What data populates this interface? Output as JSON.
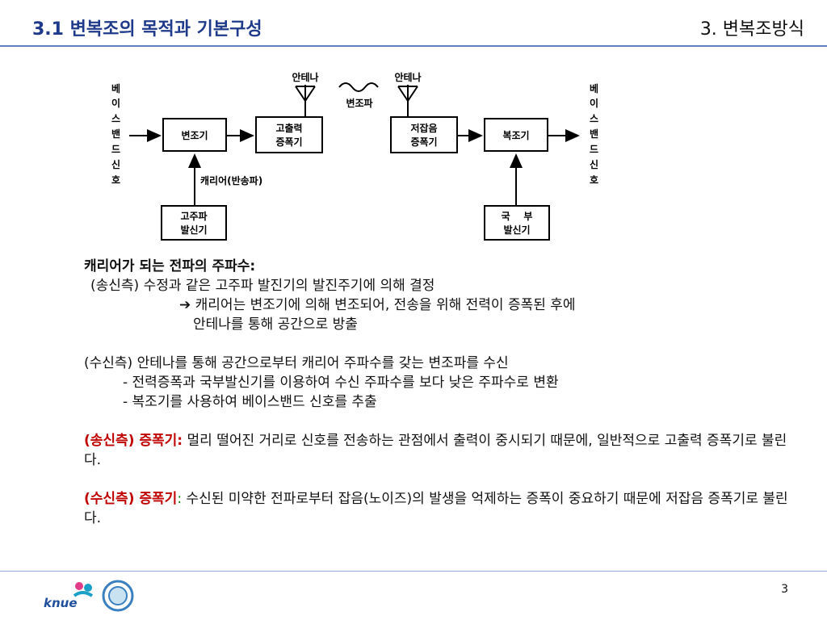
{
  "header": {
    "title": "3.1 변복조의 목적과 기본구성",
    "section": "3. 변복조방식"
  },
  "diagram": {
    "left_vertical_label": [
      "베",
      "이",
      "스",
      "밴",
      "드",
      "신",
      "호"
    ],
    "right_vertical_label": [
      "베",
      "이",
      "스",
      "밴",
      "드",
      "신",
      "호"
    ],
    "antenna_tx": "안테나",
    "antenna_rx": "안테나",
    "modulated_wave": "변조파",
    "modulator": "변조기",
    "hp_amp": [
      "고출력",
      "증폭기"
    ],
    "carrier": "캐리어(반송파)",
    "hf_osc": [
      "고주파",
      "발신기"
    ],
    "ln_amp": [
      "저잡음",
      "증폭기"
    ],
    "demodulator": "복조기",
    "local_osc": [
      "국    부",
      "발신기"
    ]
  },
  "content": {
    "p1_heading": "캐리어가 되는 전파의 주파수:",
    "p1_line1": "(송신측) 수정과 같은 고주파 발진기의 발진주기에 의해 결정",
    "p1_arrow": "➔",
    "p1_line2": "캐리어는 변조기에 의해 변조되어, 전송을 위해 전력이 증폭된 후에",
    "p1_line3": "안테나를 통해 공간으로 방출",
    "p2_line1": "(수신측) 안테나를 통해 공간으로부터 캐리어 주파수를 갖는 변조파를 수신",
    "p2_line2": "- 전력증폭과 국부발신기를 이용하여 수신 주파수를 보다 낮은 주파수로 변환",
    "p2_line3": "- 복조기를 사용하여 베이스밴드 신호를 추출",
    "p3_label": "(송신측) 증폭기:",
    "p3_text": " 멀리 떨어진 거리로 신호를 전송하는 관점에서 출력이 중시되기 때문에, 일반적으로 고출력 증폭기로 불린다.",
    "p4_label": "(수신측) 증폭기",
    "p4_colon": ":",
    "p4_text": " 수신된 미약한 전파로부터 잡음(노이즈)의 발생을 억제하는 증폭이 중요하기 때문에 저잡음 증폭기로 불린다."
  },
  "footer": {
    "page": "3",
    "logo_text": "knue"
  }
}
